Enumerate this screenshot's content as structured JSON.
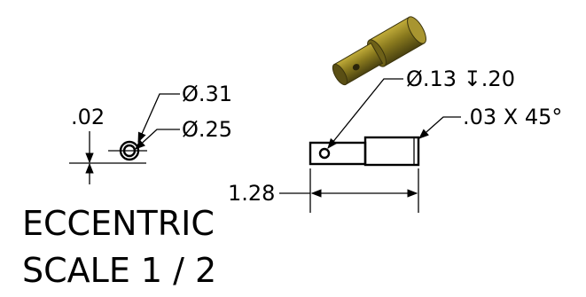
{
  "drawing": {
    "title": "ECCENTRIC",
    "scale": "SCALE 1 / 2"
  },
  "end_view": {
    "offset_dim": ".02",
    "outer_dia": "Ø.31",
    "inner_dia": "Ø.25"
  },
  "side_view": {
    "hole_callout": "Ø.13 ↧.20",
    "chamfer_callout": ".03 X 45°",
    "length_dim": "1.28"
  },
  "colors": {
    "part_body": "#8a7a1e",
    "part_highlight": "#c2ad3a",
    "part_shadow": "#4a4210",
    "line": "#000000"
  },
  "icons": [
    "depth-icon"
  ]
}
